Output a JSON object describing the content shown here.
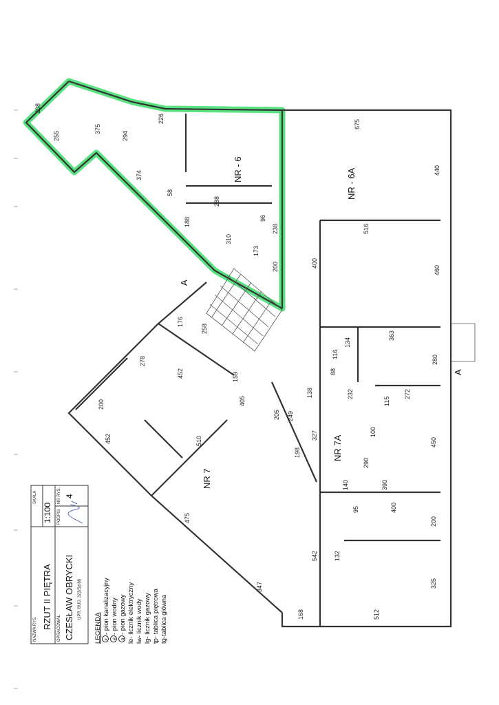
{
  "title_block": {
    "name_label": "NAZWA RYS.",
    "name": "RZUT II PIĘTRA",
    "scale_label": "SKALA",
    "scale": "1:100",
    "author_label": "OPRACOWAŁ",
    "author": "CZESŁAW OBRYCKI",
    "license": "UPR. BUD. 323/Sz/88",
    "signature_label": "PODPIS",
    "drawing_no_label": "NR RYS.",
    "drawing_no": "4"
  },
  "legend": {
    "title": "LEGENDA",
    "items": [
      {
        "symbol": "k",
        "text": "- pion kanalizacyjny"
      },
      {
        "symbol": "w",
        "text": "- pion wodny"
      },
      {
        "symbol": "g",
        "text": "- pion gazowy"
      },
      {
        "symbol": "",
        "text": "le- licznik elektryczny"
      },
      {
        "symbol": "",
        "text": "lw- licznik wody"
      },
      {
        "symbol": "",
        "text": "lg- licznik gazowy"
      },
      {
        "symbol": "",
        "text": "tp- tablica piętrowa"
      },
      {
        "symbol": "",
        "text": "tg-tablica główna"
      }
    ]
  },
  "rooms": [
    "NR - 6",
    "NR - 6A",
    "NR 7",
    "NR 7A"
  ],
  "section_marker": "A",
  "dimensions": [
    "208",
    "255",
    "375",
    "294",
    "226",
    "675",
    "374",
    "58",
    "288",
    "188",
    "96",
    "310",
    "238",
    "173",
    "200",
    "400",
    "516",
    "440",
    "460",
    "176",
    "258",
    "278",
    "452",
    "159",
    "405",
    "363",
    "134",
    "116",
    "88",
    "138",
    "232",
    "280",
    "272",
    "115",
    "200",
    "452",
    "510",
    "205",
    "249",
    "327",
    "198",
    "100",
    "290",
    "450",
    "140",
    "390",
    "95",
    "400",
    "200",
    "475",
    "542",
    "132",
    "325",
    "347",
    "168",
    "512"
  ],
  "highlight_color": "#3ddc6a"
}
